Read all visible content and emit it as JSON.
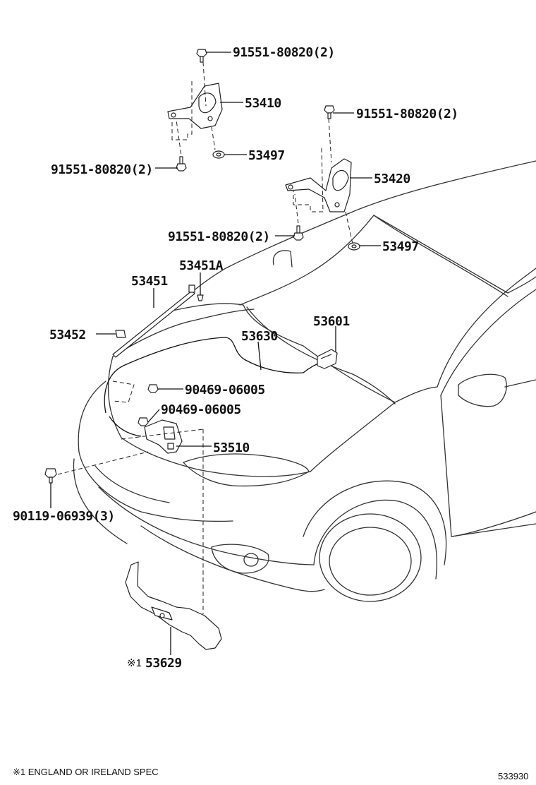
{
  "callouts": {
    "bolt_top_left": "91551-80820(2)",
    "hinge_left": "53410",
    "washer_left": "53497",
    "bolt_lower_left": "91551-80820(2)",
    "bolt_top_right": "91551-80820(2)",
    "hinge_right": "53420",
    "bolt_lower_right": "91551-80820(2)",
    "washer_right": "53497",
    "rod_clip": "53451A",
    "support_rod": "53451",
    "rod_holder": "53452",
    "release_cable": "53630",
    "release_lever": "53601",
    "clip_upper": "90469-06005",
    "clip_lower": "90469-06005",
    "hood_lock": "53510",
    "lock_bolt": "90119-06939(3)",
    "lock_bracket_mark": "※1",
    "lock_bracket": "53629"
  },
  "footnote": "※1 ENGLAND OR IRELAND SPEC",
  "diagram_code": "533930"
}
